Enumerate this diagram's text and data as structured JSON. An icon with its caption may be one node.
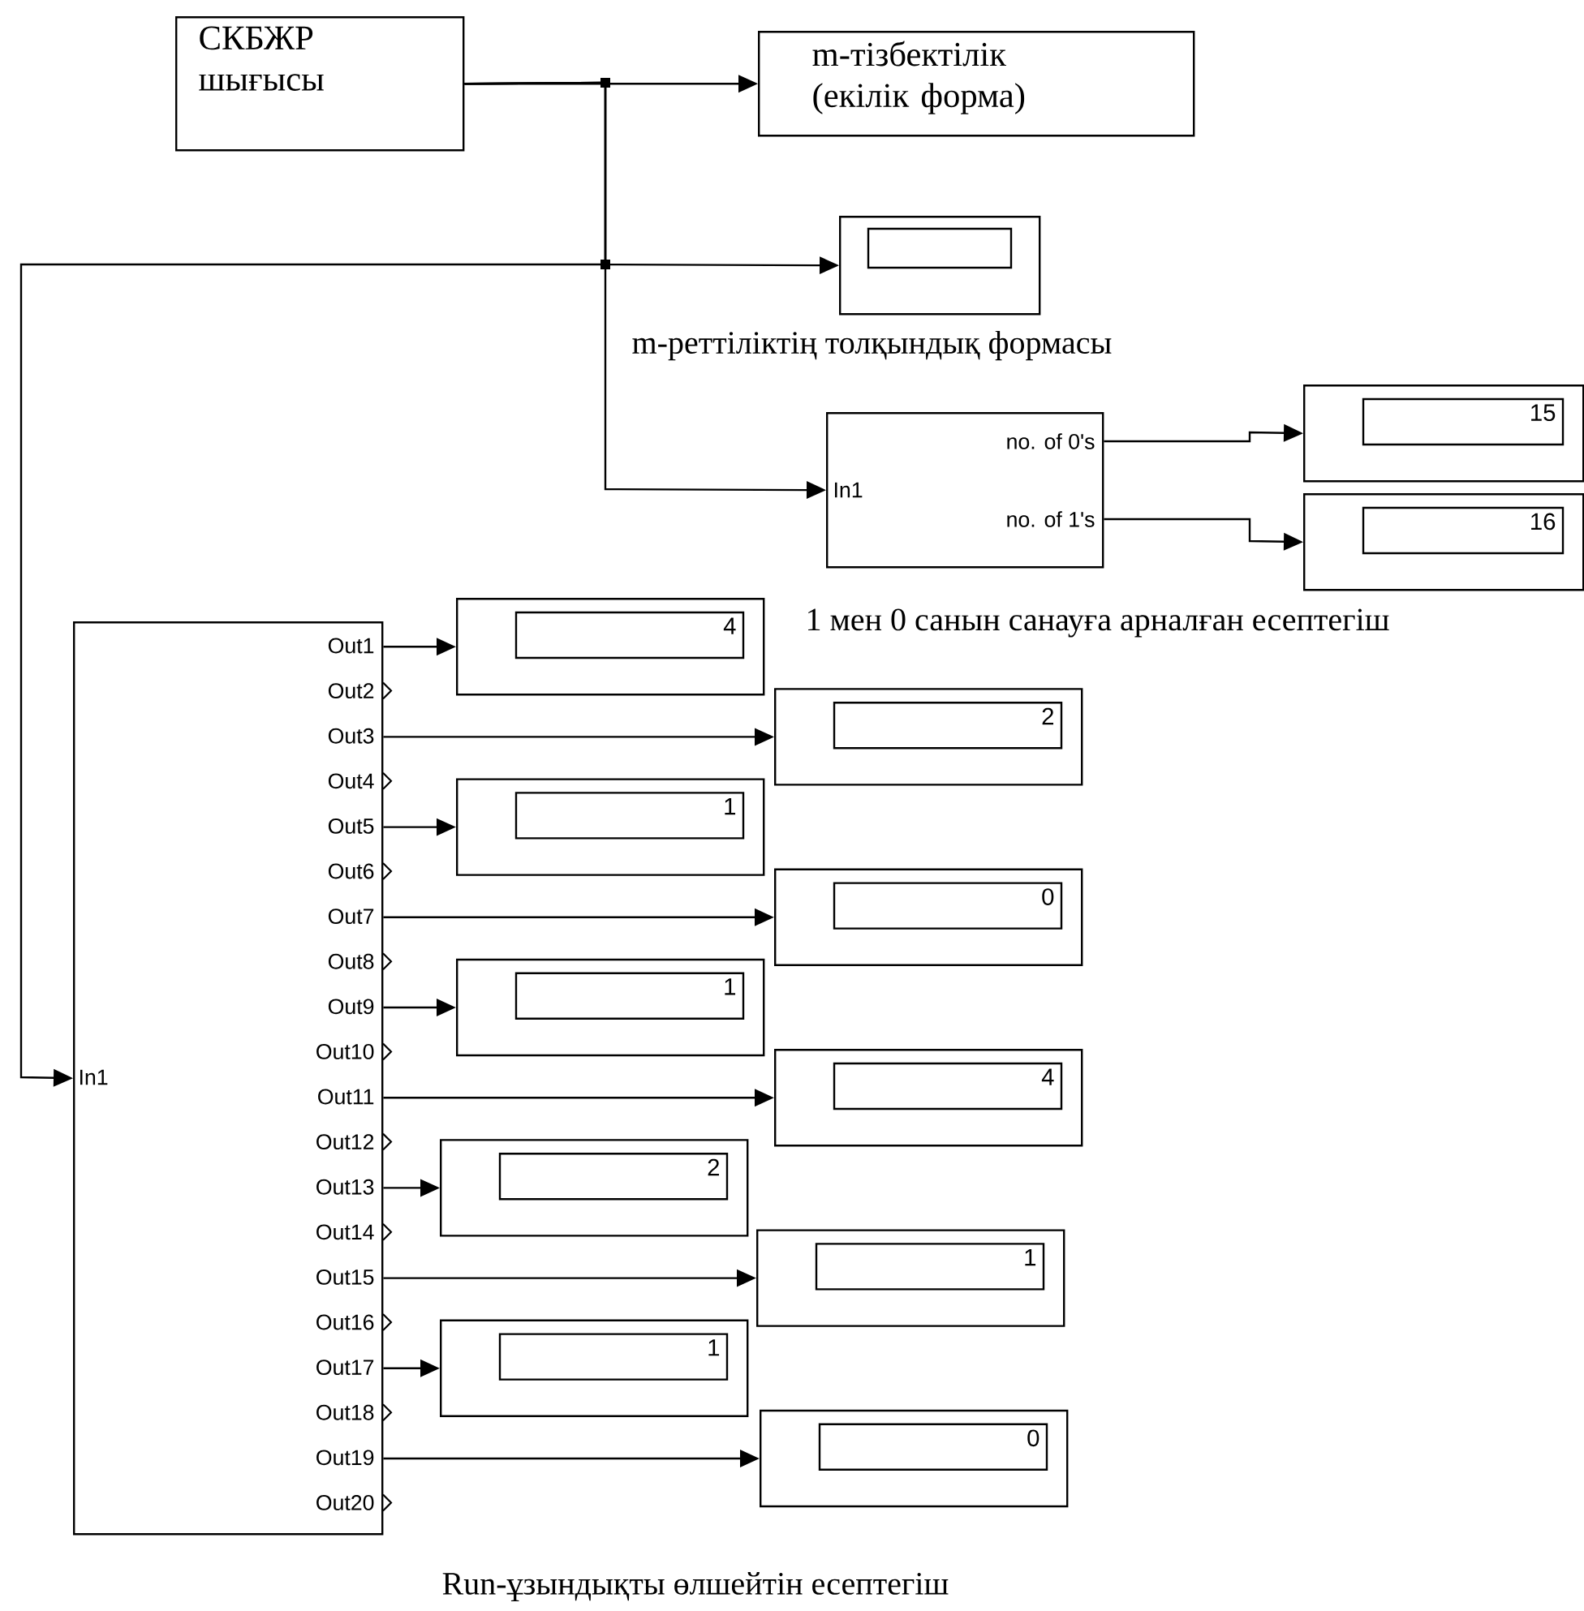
{
  "diagram": {
    "nodes": [
      {
        "text": [
          "СКБЖР шығысы"
        ]
      },
      {
        "text": [
          "m-тізбектілік (екілік форма)"
        ]
      },
      {
        "text": [],
        "shape": "box"
      },
      {
        "text": [
          "In1",
          "no. of 0's",
          "no. of 1's"
        ]
      },
      {
        "text": [
          "15"
        ]
      },
      {
        "text": [
          "16"
        ]
      },
      {
        "text": [
          "In1",
          "Out1",
          "Out2",
          "Out3",
          "Out4",
          "Out5",
          "Out6",
          "Out7",
          "Out8",
          "Out9",
          "Out10",
          "Out11",
          "Out12",
          "Out13",
          "Out14",
          "Out15",
          "Out16",
          "Out17",
          "Out18",
          "Out19",
          "Out20"
        ]
      },
      {
        "text": [
          "4"
        ]
      },
      {
        "text": [
          "2"
        ]
      },
      {
        "text": [
          "1"
        ]
      },
      {
        "text": [
          "0"
        ]
      },
      {
        "text": [
          "1"
        ]
      },
      {
        "text": [
          "4"
        ]
      },
      {
        "text": [
          "2"
        ]
      },
      {
        "text": [
          "1"
        ]
      },
      {
        "text": [
          "1"
        ]
      },
      {
        "text": [
          "0"
        ]
      }
    ],
    "edges": [
      {
        "from": 0,
        "to": 1,
        "arrow": "to"
      },
      {
        "from": 0,
        "to": 2,
        "arrow": "to"
      },
      {
        "from": 0,
        "to": 3,
        "arrow": "to"
      },
      {
        "from": 0,
        "to": 6,
        "arrow": "to"
      },
      {
        "from": 3,
        "to": 4,
        "arrow": "to"
      },
      {
        "from": 3,
        "to": 5,
        "arrow": "to"
      },
      {
        "from": 6,
        "to": 7,
        "arrow": "to"
      },
      {
        "from": 6,
        "to": 8,
        "arrow": "to"
      },
      {
        "from": 6,
        "to": 9,
        "arrow": "to"
      },
      {
        "from": 6,
        "to": 10,
        "arrow": "to"
      },
      {
        "from": 6,
        "to": 11,
        "arrow": "to"
      },
      {
        "from": 6,
        "to": 12,
        "arrow": "to"
      },
      {
        "from": 6,
        "to": 13,
        "arrow": "to"
      },
      {
        "from": 6,
        "to": 14,
        "arrow": "to"
      },
      {
        "from": 6,
        "to": 15,
        "arrow": "to"
      },
      {
        "from": 6,
        "to": 16,
        "arrow": "to"
      }
    ],
    "labels": [
      "m-реттіліктің толқындық формасы",
      "1 мен 0 санын санауға арналған есептегіш",
      "Run-ұзындықты өлшейтін есептегіш"
    ]
  }
}
